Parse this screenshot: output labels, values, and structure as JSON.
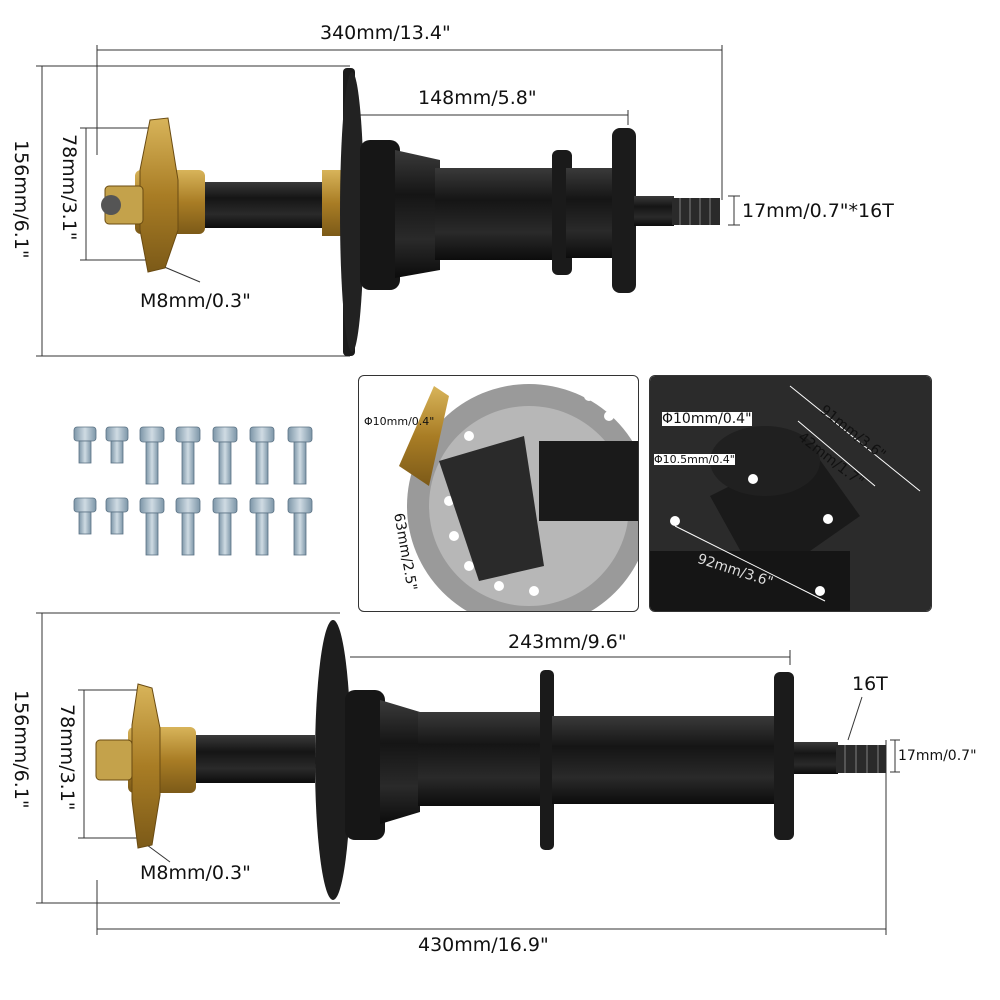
{
  "top_axle": {
    "length_label": "340mm/13.4\"",
    "tube_label": "148mm/5.8\"",
    "height_label": "156mm/6.1\"",
    "hub_label": "78mm/3.1\"",
    "bolt_label": "M8mm/0.3\"",
    "spline_label": "17mm/0.7\"*16T"
  },
  "inset_left": {
    "hole_label": "Φ10mm/0.4\"",
    "spacing_label": "63mm/2.5\""
  },
  "inset_right": {
    "hole_label": "Φ10mm/0.4\"",
    "hole2_label": "Φ10.5mm/0.4\"",
    "d1_label": "91mm/3.6\"",
    "d2_label": "42mm/1.7\"",
    "d3_label": "92mm/3.6\""
  },
  "bottom_axle": {
    "tube_label": "243mm/9.6\"",
    "teeth_label": "16T",
    "spline_label": "17mm/0.7\"",
    "height_label": "156mm/6.1\"",
    "hub_label": "78mm/3.1\"",
    "bolt_label": "M8mm/0.3\"",
    "length_label": "430mm/16.9\""
  },
  "colors": {
    "steel": "#1e1e1e",
    "brass": "#b58b2f",
    "bolt": "#9fb6c6"
  }
}
